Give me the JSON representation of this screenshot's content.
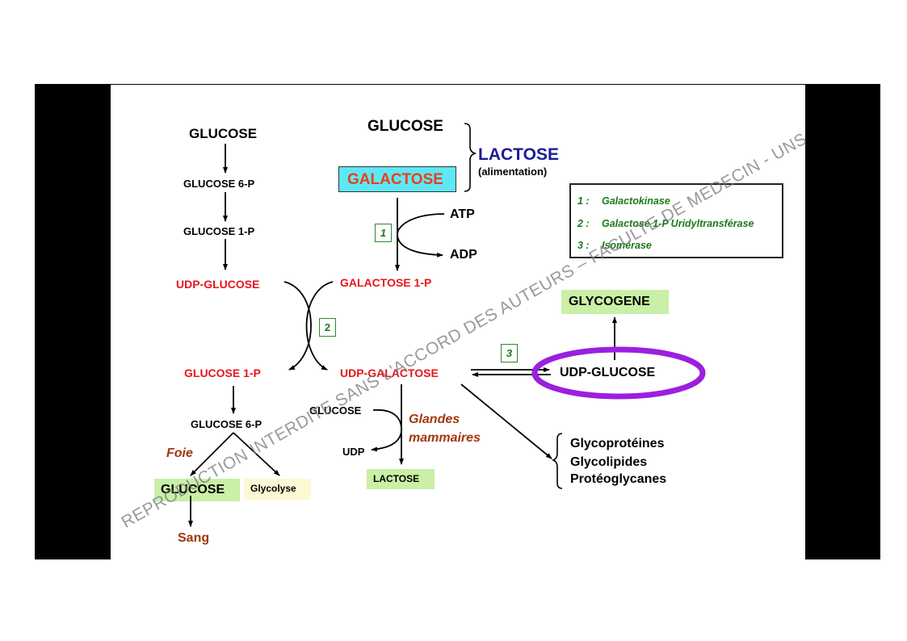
{
  "diagram": {
    "left_pathway": {
      "glucose": "GLUCOSE",
      "glucose_6p": "GLUCOSE 6-P",
      "glucose_1p": "GLUCOSE 1-P",
      "udp_glucose": "UDP-GLUCOSE"
    },
    "lactose_source": {
      "glucose": "GLUCOSE",
      "galactose": "GALACTOSE",
      "lactose": "LACTOSE",
      "alimentation": "(alimentation)"
    },
    "step1": {
      "enzyme_number": "1",
      "atp": "ATP",
      "adp": "ADP",
      "galactose_1p": "GALACTOSE 1-P"
    },
    "step2": {
      "enzyme_number": "2",
      "glucose_1p": "GLUCOSE 1-P",
      "udp_galactose": "UDP-GALACTOSE"
    },
    "step3": {
      "enzyme_number": "3",
      "udp_glucose": "UDP-GLUCOSE",
      "glycogene": "GLYCOGENE"
    },
    "liver_branch": {
      "glucose_6p": "GLUCOSE 6-P",
      "foie": "Foie",
      "glucose": "GLUCOSE",
      "glycolyse": "Glycolyse",
      "sang": "Sang"
    },
    "mammary_branch": {
      "glucose": "GLUCOSE",
      "udp": "UDP",
      "glandes": "Glandes",
      "mammaires": "mammaires",
      "lactose": "LACTOSE"
    },
    "products": [
      "Glycoprotéines",
      "Glycolipides",
      "Protéoglycanes"
    ],
    "legend": [
      {
        "num": "1 :",
        "enzyme": "Galactokinase"
      },
      {
        "num": "2  :",
        "enzyme": "Galactose 1-P Uridyltransférase"
      },
      {
        "num": "3  :",
        "enzyme": "Isomérase"
      }
    ],
    "watermark": "REPRODUCTION INTERDITE SANS L'ACCORD DES AUTEURS – FACULTE DE MEDECIN - UNS",
    "colors": {
      "highlight_ellipse": "#9b1fe0",
      "enzyme_green": "#1a7a1a",
      "metabolite_red": "#e8141e",
      "cyan_box": "#5ee8f5",
      "green_box": "#c9f0a6"
    }
  }
}
